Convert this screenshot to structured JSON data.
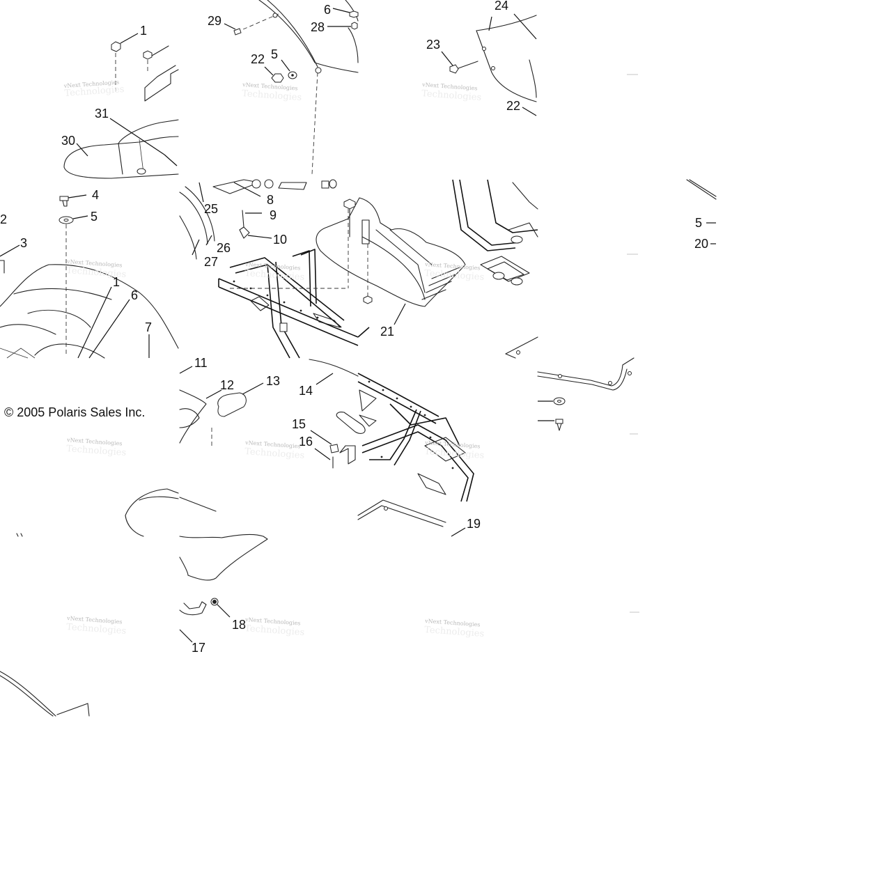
{
  "copyright": "© 2005 Polaris Sales Inc.",
  "watermark": {
    "line1": "vNext Technologies",
    "line2": "Technologies"
  },
  "callouts": [
    "1",
    "2",
    "3",
    "4",
    "5",
    "6",
    "7",
    "8",
    "9",
    "10",
    "11",
    "12",
    "13",
    "14",
    "15",
    "16",
    "17",
    "18",
    "19",
    "20",
    "21",
    "22",
    "23",
    "24",
    "25",
    "26",
    "27",
    "28",
    "29",
    "30",
    "31"
  ]
}
